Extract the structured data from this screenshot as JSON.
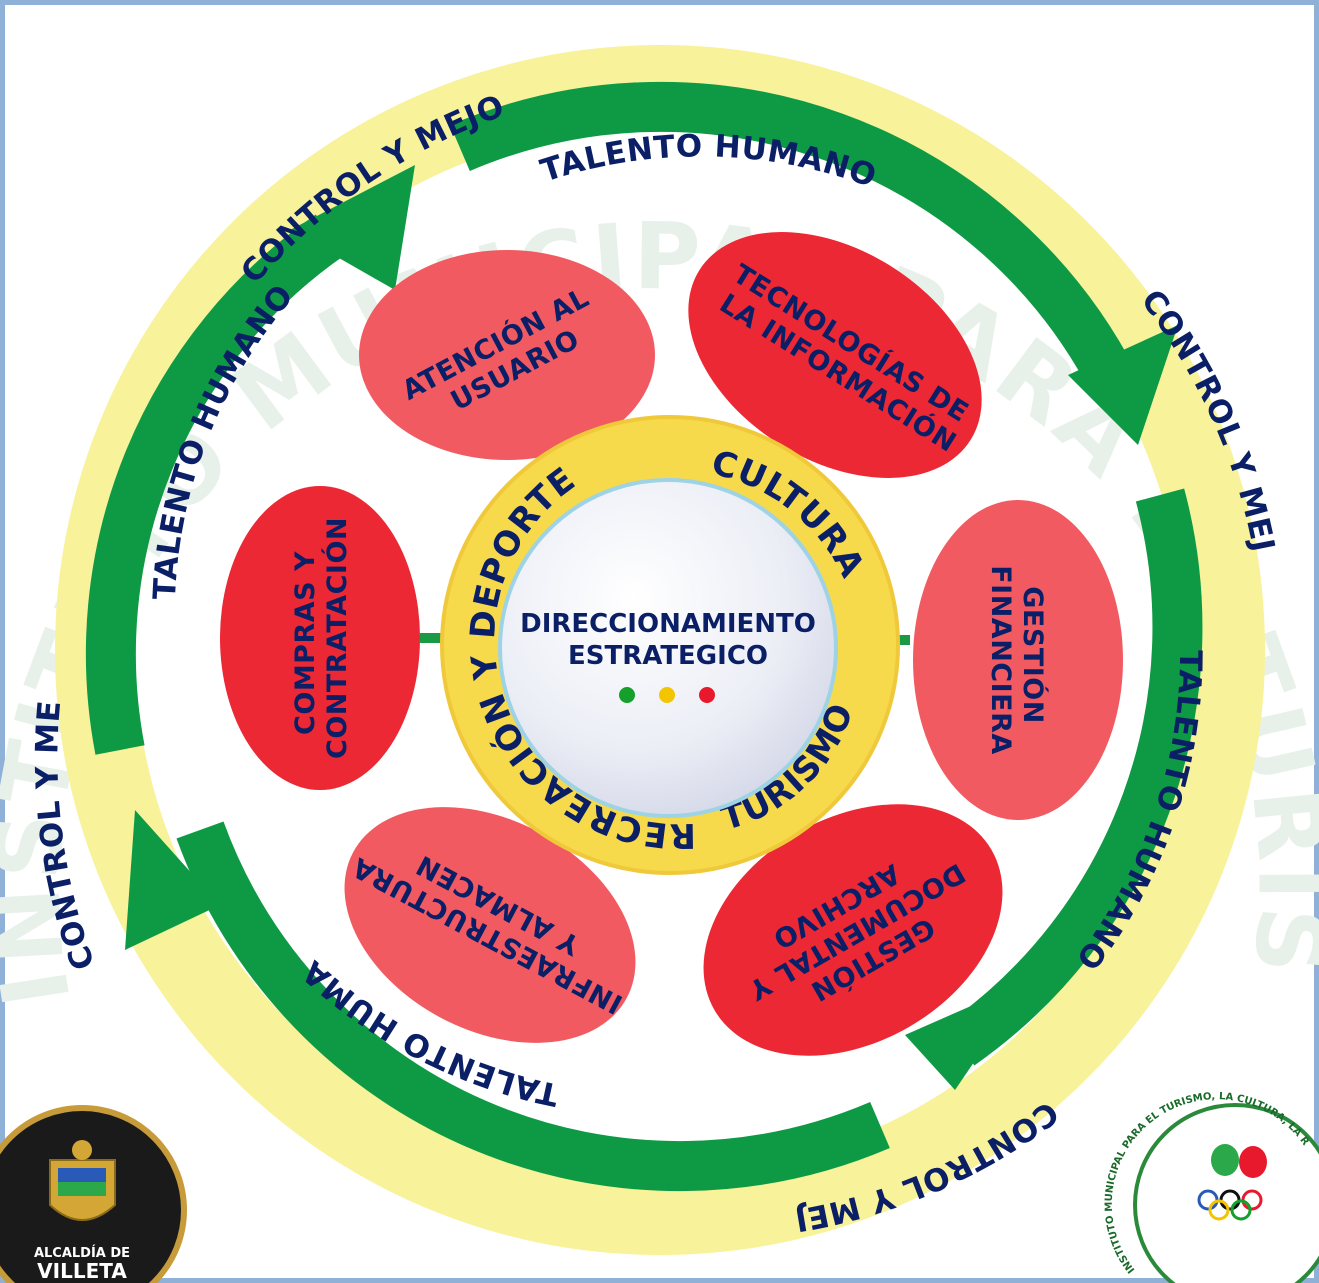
{
  "center": {
    "title_line1": "DIRECCIONAMIENTO",
    "title_line2": "ESTRATEGICO",
    "dots": [
      "#14a02a",
      "#f2c500",
      "#e8192c"
    ]
  },
  "inner_ring": {
    "labels": [
      "RECREACIÓN Y DEPORTE",
      "CULTURA",
      "TURISMO"
    ]
  },
  "processes": [
    {
      "lines": [
        "ATENCIÓN AL",
        "USUARIO"
      ],
      "color": "#f25a62"
    },
    {
      "lines": [
        "TECNOLOGÍAS DE",
        "LA INFORMACIÓN"
      ],
      "color": "#ec2834"
    },
    {
      "lines": [
        "GESTIÓN",
        "FINANCIERA"
      ],
      "color": "#f25a62"
    },
    {
      "lines": [
        "GESTIÓN",
        "DOCUMENTAL Y",
        "ARCHIVO"
      ],
      "color": "#ec2834"
    },
    {
      "lines": [
        "INFRAESTRUCTURA",
        "Y ALMACEN"
      ],
      "color": "#f25a62"
    },
    {
      "lines": [
        "COMPRAS Y",
        "CONTRATACIÓN"
      ],
      "color": "#ec2834"
    }
  ],
  "cycle": {
    "talento": "TALENTO HUMANO",
    "control": "CONTROL Y MEJORA"
  },
  "watermark": {
    "text": "INSTITUTO MUNICIPAL PARA EL TURISMO, LA CULTURA, LA RECREACIÓN Y EL DEPORTE"
  },
  "logo_left": {
    "line1": "ALCALDÍA DE",
    "line2": "VILLETA"
  },
  "logo_right": {
    "ring_text": "INSTITUTO MUNICIPAL PARA EL TURISMO, LA CULTURA, LA R"
  },
  "colors": {
    "frame": "#8fb1d8",
    "arrow_green": "#0e9a45",
    "outer_yellow": "#f8f29a",
    "ring_yellow": "#f7d94c",
    "text_navy": "#0b1f66"
  }
}
